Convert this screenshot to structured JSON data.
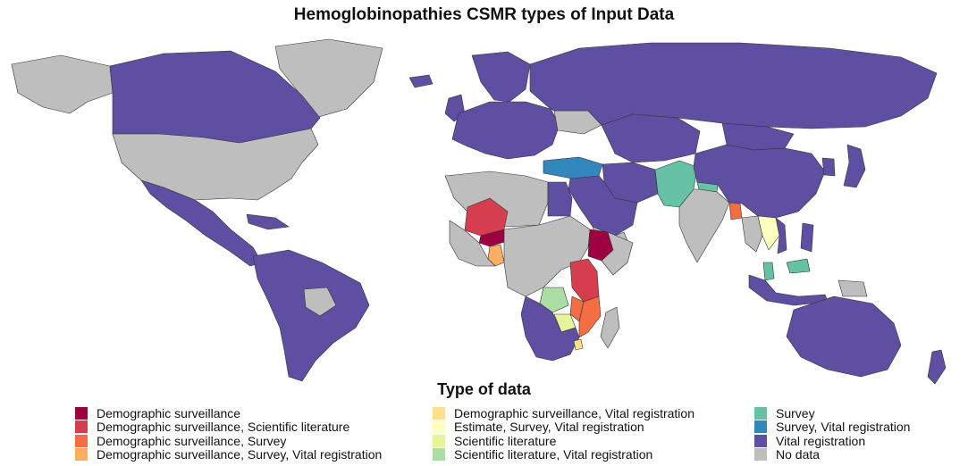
{
  "title": "Hemoglobinopathies CSMR types of Input Data",
  "legend": {
    "title": "Type of data",
    "items": [
      {
        "label": "Demographic surveillance",
        "color": "#9E0142"
      },
      {
        "label": "Demographic surveillance, Scientific literature",
        "color": "#D53E4F"
      },
      {
        "label": "Demographic surveillance, Survey",
        "color": "#F46D43"
      },
      {
        "label": "Demographic surveillance, Survey, Vital registration",
        "color": "#FDAE61"
      },
      {
        "label": "Demographic surveillance, Vital registration",
        "color": "#FEE08B"
      },
      {
        "label": "Estimate, Survey, Vital registration",
        "color": "#FFFFBF"
      },
      {
        "label": "Scientific literature",
        "color": "#E6F598"
      },
      {
        "label": "Scientific literature, Vital registration",
        "color": "#ABDDA4"
      },
      {
        "label": "Survey",
        "color": "#66C2A5"
      },
      {
        "label": "Survey, Vital registration",
        "color": "#3288BD"
      },
      {
        "label": "Vital registration",
        "color": "#5E4FA2"
      },
      {
        "label": "No data",
        "color": "#BEBEBE"
      }
    ]
  },
  "map": {
    "regions": [
      {
        "name": "greenland",
        "category": "No data"
      },
      {
        "name": "alaska",
        "category": "No data"
      },
      {
        "name": "canada",
        "category": "Vital registration"
      },
      {
        "name": "usa",
        "category": "No data"
      },
      {
        "name": "mexico-central-america",
        "category": "Vital registration"
      },
      {
        "name": "caribbean",
        "category": "Vital registration"
      },
      {
        "name": "south-america",
        "category": "Vital registration"
      },
      {
        "name": "bolivia",
        "category": "No data"
      },
      {
        "name": "iceland",
        "category": "Vital registration"
      },
      {
        "name": "europe",
        "category": "Vital registration"
      },
      {
        "name": "scandinavia",
        "category": "Vital registration"
      },
      {
        "name": "uk",
        "category": "Vital registration"
      },
      {
        "name": "russia",
        "category": "Vital registration"
      },
      {
        "name": "turkey",
        "category": "Survey, Vital registration"
      },
      {
        "name": "ukraine-belarus",
        "category": "No data"
      },
      {
        "name": "north-africa",
        "category": "No data"
      },
      {
        "name": "egypt",
        "category": "Vital registration"
      },
      {
        "name": "middle-east",
        "category": "Vital registration"
      },
      {
        "name": "iran",
        "category": "Vital registration"
      },
      {
        "name": "yemen",
        "category": "No data"
      },
      {
        "name": "mali",
        "category": "Demographic surveillance, Scientific literature"
      },
      {
        "name": "burkina-faso",
        "category": "Demographic surveillance"
      },
      {
        "name": "ghana",
        "category": "Demographic surveillance, Survey, Vital registration"
      },
      {
        "name": "west-africa",
        "category": "No data"
      },
      {
        "name": "central-africa",
        "category": "No data"
      },
      {
        "name": "ethiopia",
        "category": "Demographic surveillance"
      },
      {
        "name": "horn-of-africa",
        "category": "No data"
      },
      {
        "name": "tanzania",
        "category": "Demographic surveillance, Scientific literature"
      },
      {
        "name": "zambia",
        "category": "Scientific literature, Vital registration"
      },
      {
        "name": "malawi",
        "category": "Demographic surveillance, Survey"
      },
      {
        "name": "mozambique",
        "category": "Demographic surveillance, Survey"
      },
      {
        "name": "zimbabwe",
        "category": "Scientific literature"
      },
      {
        "name": "southern-africa",
        "category": "Vital registration"
      },
      {
        "name": "swaziland",
        "category": "Demographic surveillance, Vital registration"
      },
      {
        "name": "madagascar",
        "category": "No data"
      },
      {
        "name": "central-asia",
        "category": "Vital registration"
      },
      {
        "name": "afghanistan-pakistan",
        "category": "Survey"
      },
      {
        "name": "nepal",
        "category": "Survey"
      },
      {
        "name": "india",
        "category": "No data"
      },
      {
        "name": "bangladesh",
        "category": "Demographic surveillance, Survey"
      },
      {
        "name": "china",
        "category": "Vital registration"
      },
      {
        "name": "mongolia",
        "category": "Vital registration"
      },
      {
        "name": "japan",
        "category": "Vital registration"
      },
      {
        "name": "korea",
        "category": "Vital registration"
      },
      {
        "name": "myanmar",
        "category": "No data"
      },
      {
        "name": "thailand-laos",
        "category": "Estimate, Survey, Vital registration"
      },
      {
        "name": "vietnam-cambodia",
        "category": "Vital registration"
      },
      {
        "name": "philippines",
        "category": "Vital registration"
      },
      {
        "name": "malaysia",
        "category": "Survey"
      },
      {
        "name": "indonesia",
        "category": "Vital registration"
      },
      {
        "name": "papua-new-guinea",
        "category": "No data"
      },
      {
        "name": "australia",
        "category": "Vital registration"
      },
      {
        "name": "new-zealand",
        "category": "Vital registration"
      }
    ]
  }
}
